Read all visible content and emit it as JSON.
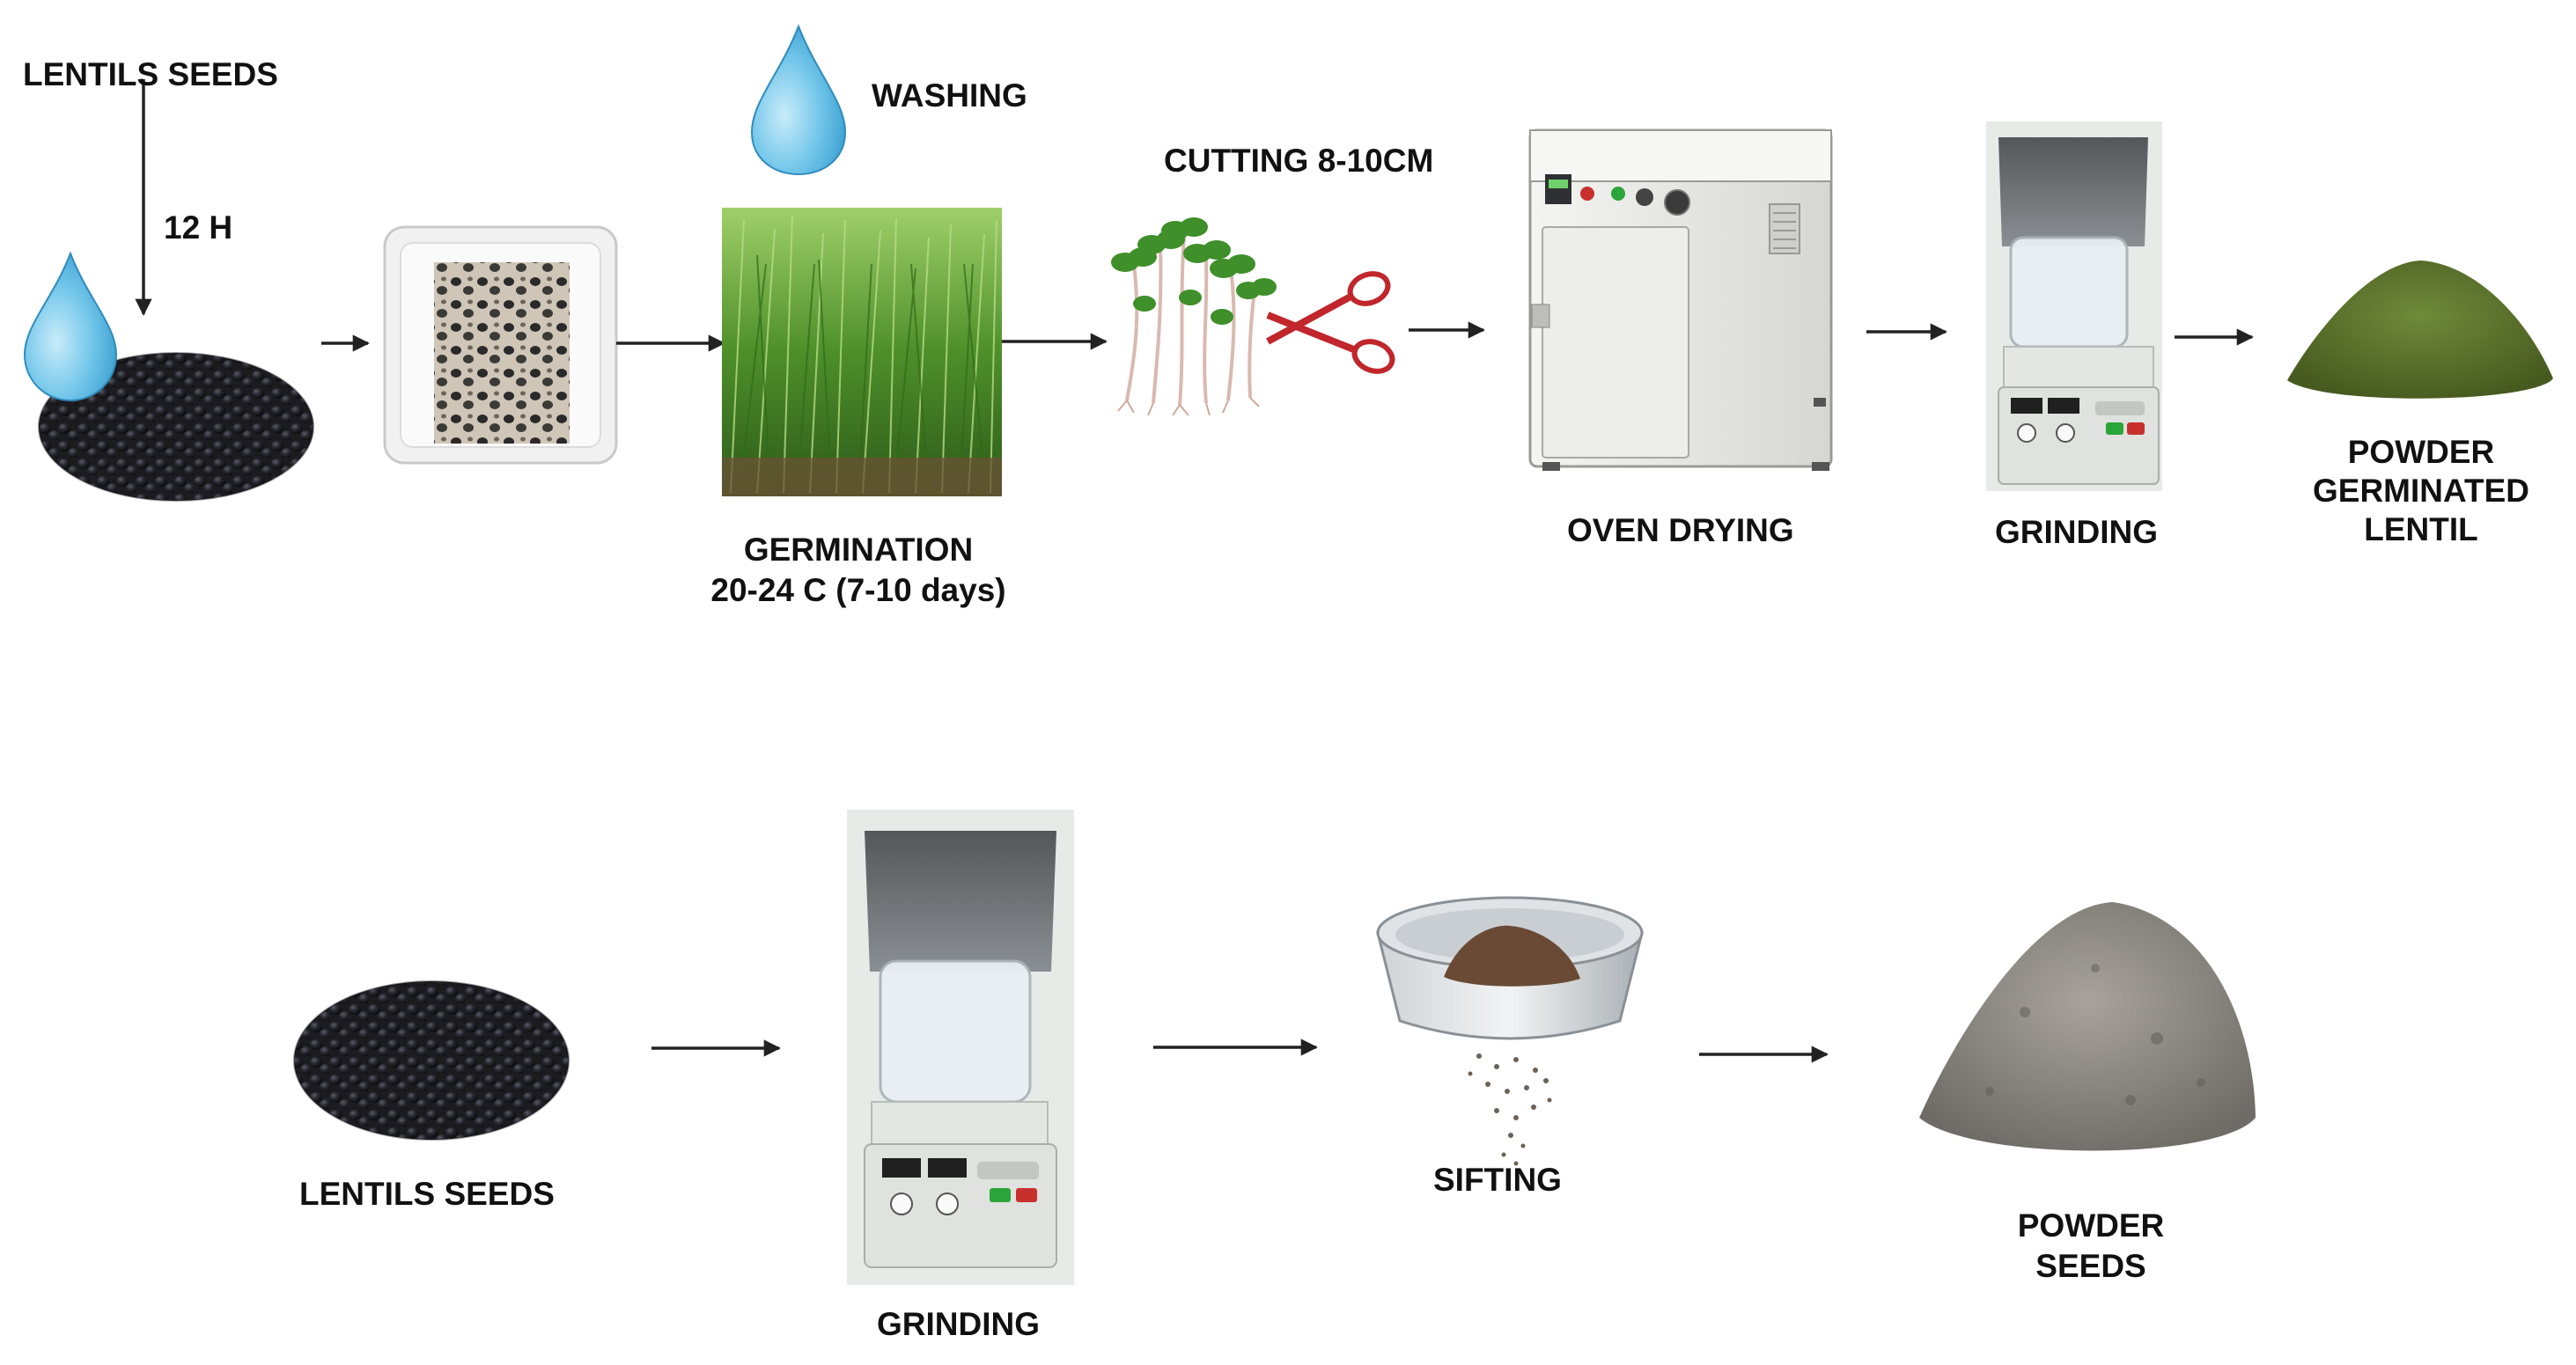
{
  "process_top": {
    "seeds_label": "LENTILS SEEDS",
    "soak_time": "12 H",
    "washing_label": "WASHING",
    "cutting_label": "CUTTING 8-10CM",
    "germination_label": "GERMINATION",
    "germination_conditions": "20-24 C (7-10 days)",
    "oven_label": "OVEN DRYING",
    "grinding_label": "GRINDING",
    "powder_label_line1": "POWDER",
    "powder_label_line2": "GERMINATED",
    "powder_label_line3": "LENTIL"
  },
  "process_bottom": {
    "seeds_label": "LENTILS SEEDS",
    "grinding_label": "GRINDING",
    "sifting_label": "SIFTING",
    "powder_label_line1": "POWDER",
    "powder_label_line2": "SEEDS"
  },
  "colors": {
    "arrow": "#222222",
    "water_drop": "#5bb8e0",
    "seeds": "#1e1e24",
    "sprouts": "#4f9a2e",
    "scissors": "#c0262b",
    "oven": "#e6e6e3",
    "green_powder": "#566b2c",
    "grey_powder": "#8a8680",
    "brown_powder": "#6a4a34"
  }
}
